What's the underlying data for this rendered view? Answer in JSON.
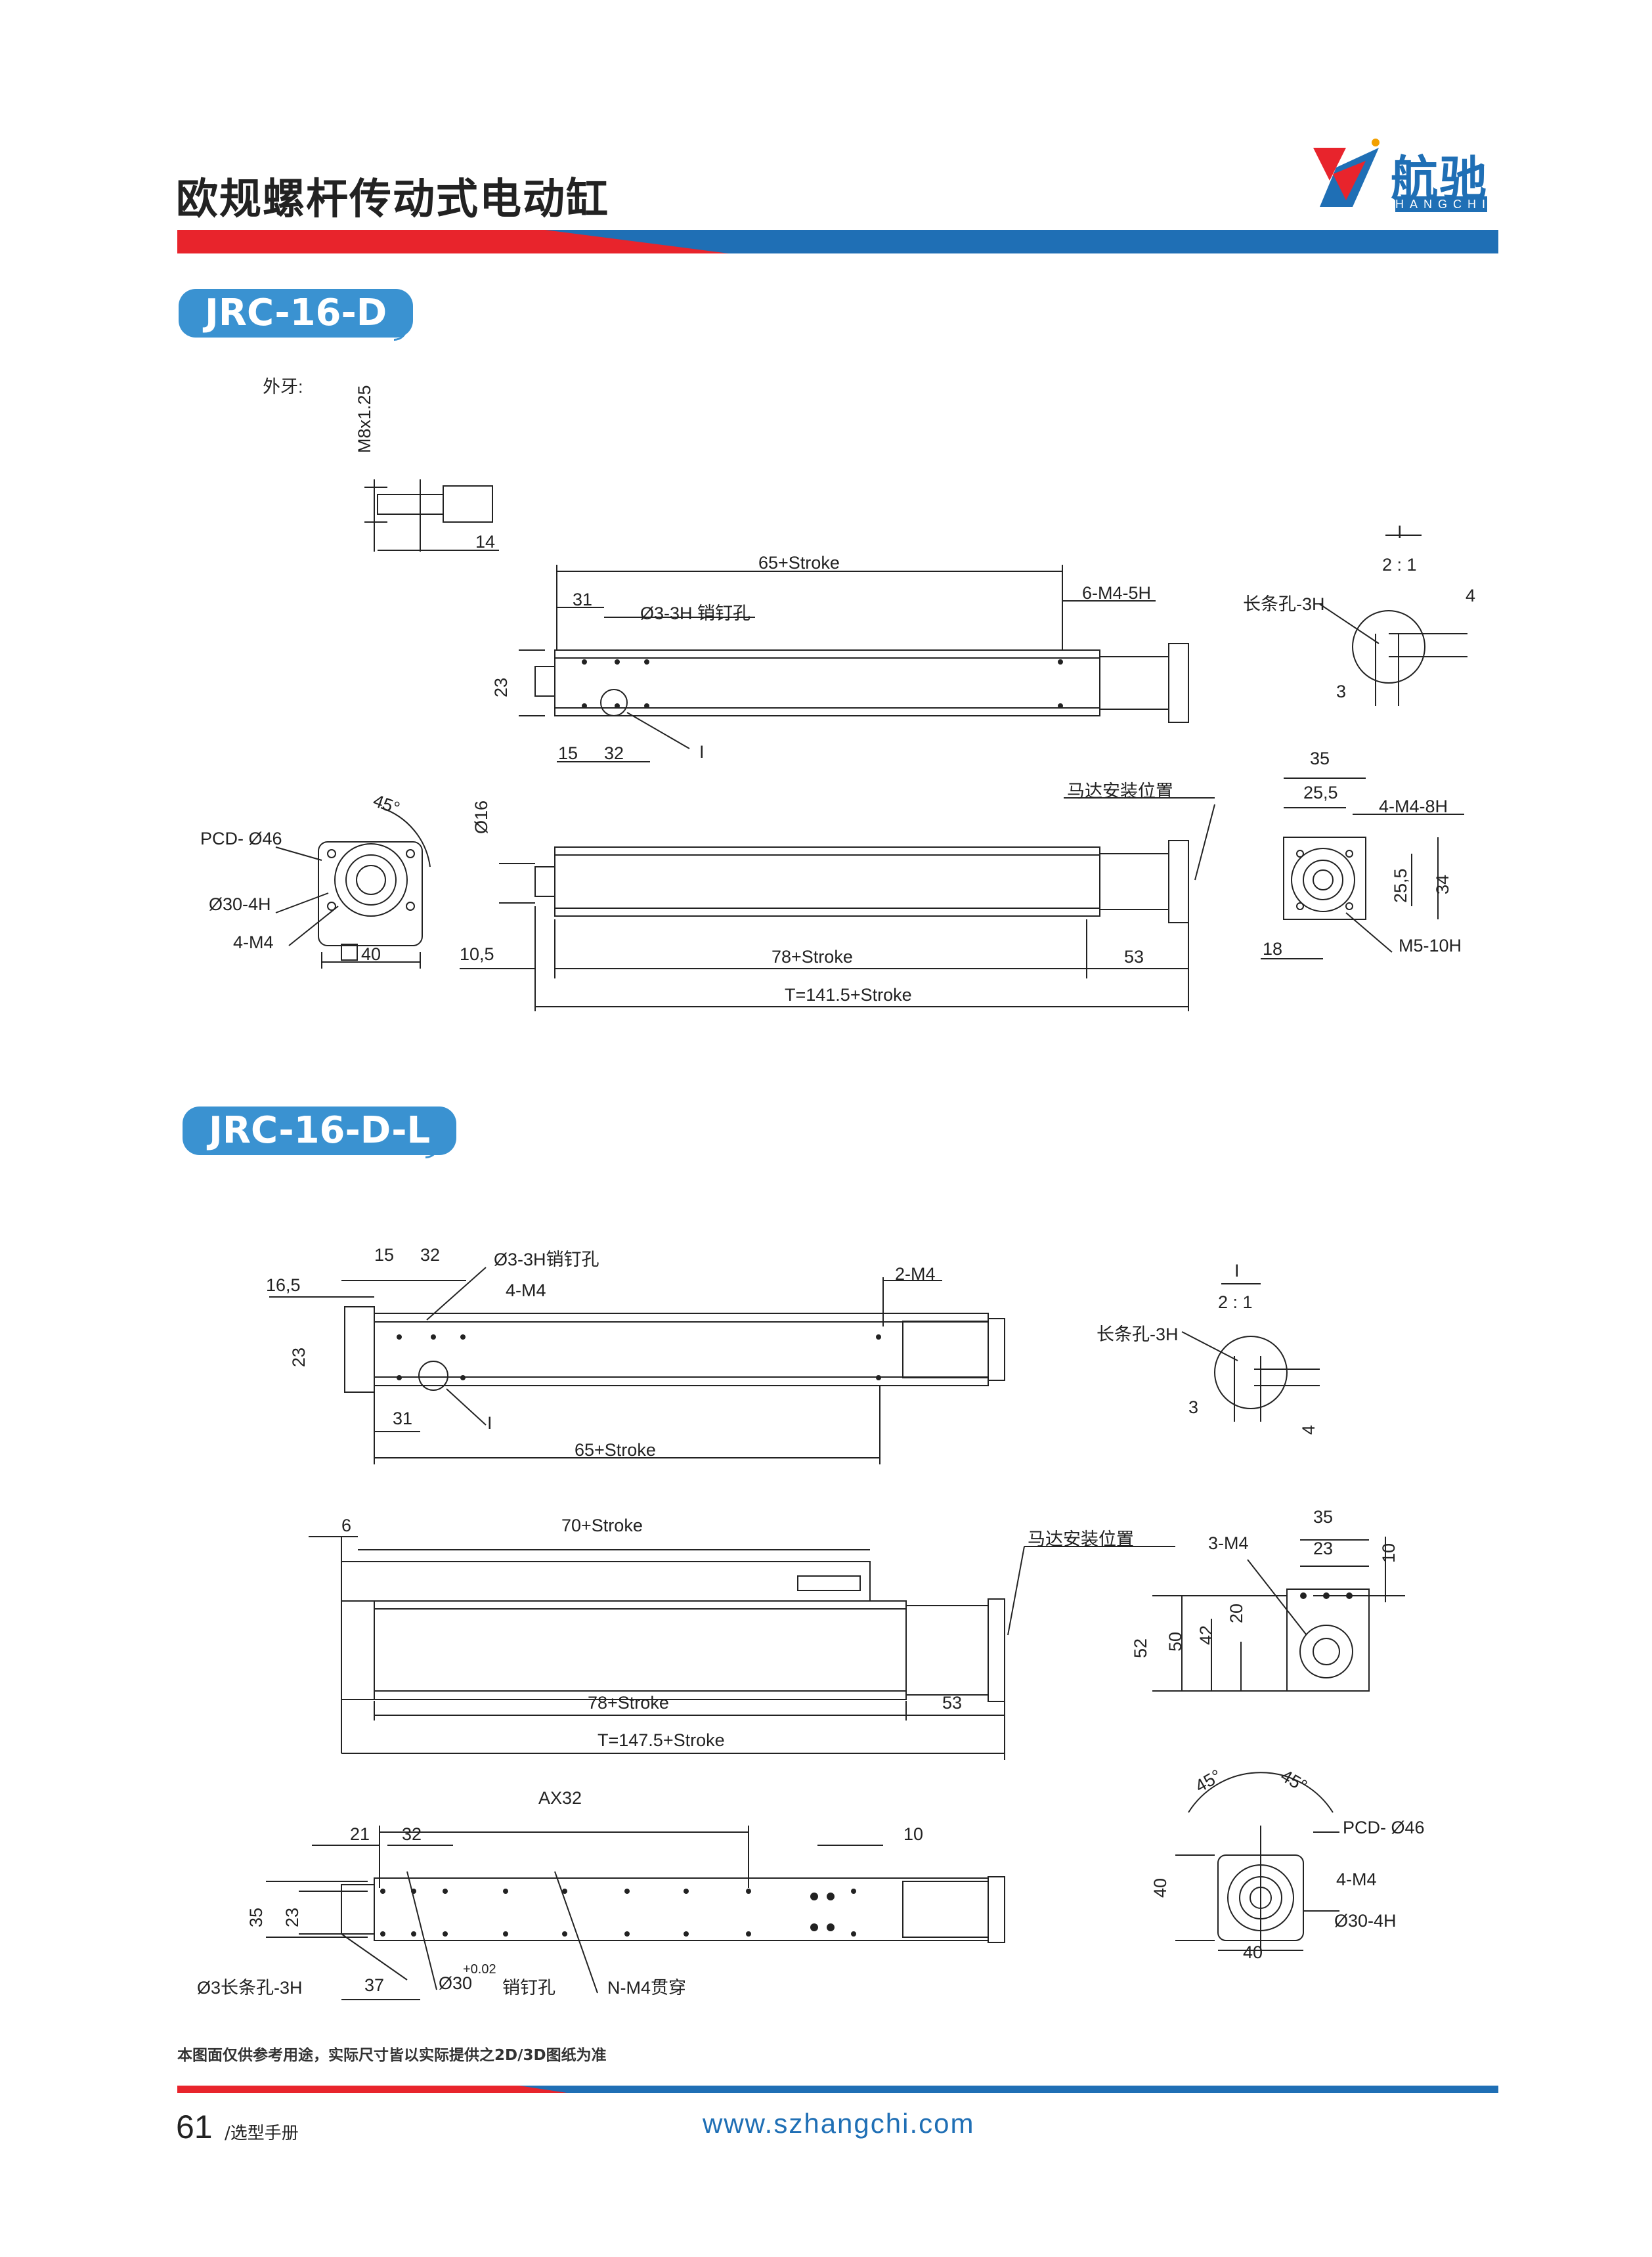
{
  "header": {
    "title": "欧规螺杆传动式电动缸",
    "brand_name": "航驰",
    "brand_sub": "HANGCHI",
    "colors": {
      "blue": "#1f6fb5",
      "red": "#e8242c",
      "tag": "#3a92d1"
    }
  },
  "section1": {
    "model": "JRC-16-D",
    "thread_note": "外牙:",
    "labels": {
      "thread_spec": "M8x1.25",
      "d14": "14",
      "len_top": "65+Stroke",
      "d31": "31",
      "pin_hole": "Ø3-3H 销钉孔",
      "tap_holes": "6-M4-5H",
      "d23": "23",
      "d15": "15",
      "d32": "32",
      "detail_mark": "I",
      "detail_title": "I",
      "detail_scale": "2 : 1",
      "slot": "长条孔-3H",
      "d4": "4",
      "d3": "3",
      "motor_pos": "马达安装位置",
      "d16": "Ø16",
      "angle45": "45°",
      "pcd": "PCD- Ø46",
      "bolt_circle": "Ø30-4H",
      "m4": "4-M4",
      "sq40": "40",
      "d10_5": "10,5",
      "len_mid": "78+Stroke",
      "d53": "53",
      "total": "T=141.5+Stroke",
      "d35": "35",
      "d25_5a": "25,5",
      "m4_8h": "4-M4-8H",
      "d25_5b": "25,5",
      "d34": "34",
      "d18": "18",
      "m5": "M5-10H"
    }
  },
  "section2": {
    "model": "JRC-16-D-L",
    "labels": {
      "d15": "15",
      "d32": "32",
      "pin_hole": "Ø3-3H销钉孔",
      "d16_5": "16,5",
      "m4_4": "4-M4",
      "m4_2": "2-M4",
      "d23": "23",
      "d31": "31",
      "detail_mark": "I",
      "len_top": "65+Stroke",
      "detail_title": "I",
      "detail_scale": "2 : 1",
      "slot": "长条孔-3H",
      "d3": "3",
      "d4": "4",
      "d6": "6",
      "len70": "70+Stroke",
      "motor_pos": "马达安装位置",
      "len_mid": "78+Stroke",
      "d53": "53",
      "total": "T=147.5+Stroke",
      "e35": "35",
      "e3m4": "3-M4",
      "e23": "23",
      "e10": "10",
      "e52": "52",
      "e50": "50",
      "e42": "42",
      "e20": "20",
      "ax32": "AX32",
      "b21": "21",
      "b32": "32",
      "b10": "10",
      "b35": "35",
      "b23": "23",
      "slot_h": "Ø3长条孔-3H",
      "b37": "37",
      "pin30": "Ø30",
      "pin30_tol": "+0.02",
      "pin30_txt": "销钉孔",
      "nm4": "N-M4贯穿",
      "a45a": "45°",
      "a45b": "45°",
      "pcd": "PCD- Ø46",
      "m4": "4-M4",
      "d40v": "40",
      "d40h": "40",
      "bolt_circle": "Ø30-4H"
    }
  },
  "footer": {
    "note": "本图面仅供参考用途，实际尺寸皆以实际提供之2D/3D图纸为准",
    "page_number": "61",
    "page_label": "/选型手册",
    "website": "www.szhangchi.com"
  }
}
